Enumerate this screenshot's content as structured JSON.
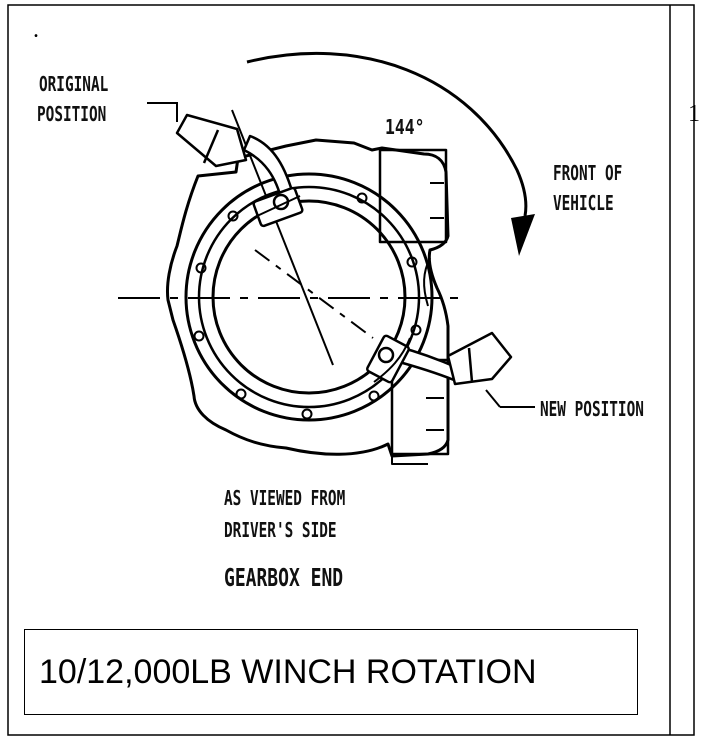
{
  "mark": ".",
  "side_number": "1",
  "labels": {
    "original_position_line1": "ORIGINAL",
    "original_position_line2": "POSITION",
    "angle": "144°",
    "front_line1": "FRONT OF",
    "front_line2": "VEHICLE",
    "new_position": "NEW POSITION",
    "viewed_line1": "AS VIEWED FROM",
    "viewed_line2": "DRIVER'S SIDE",
    "gearbox_end": "GEARBOX END"
  },
  "caption": "10/12,000LB WINCH ROTATION"
}
